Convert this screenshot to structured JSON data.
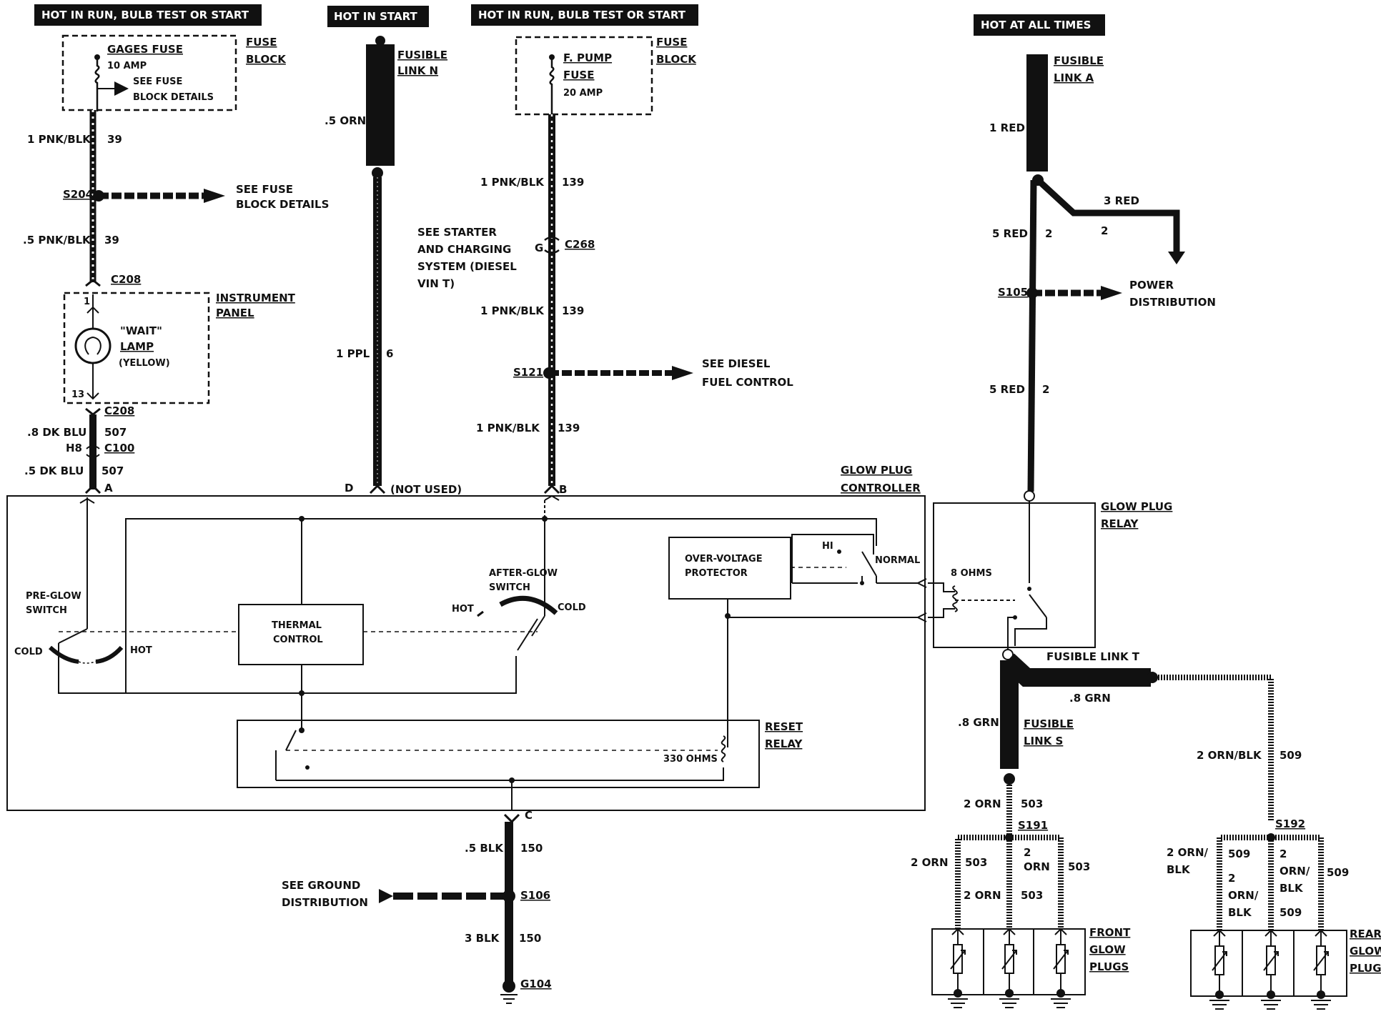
{
  "headers": {
    "h1": "HOT IN RUN, BULB TEST OR START",
    "h2": "HOT IN START",
    "h3": "HOT IN RUN, BULB TEST OR START",
    "h4": "HOT AT ALL TIMES"
  },
  "col1": {
    "fuse_name": "GAGES FUSE",
    "fuse_amp": "10 AMP",
    "see_fuse_1": "SEE FUSE",
    "see_fuse_2": "BLOCK DETAILS",
    "fuse_block_1": "FUSE",
    "fuse_block_2": "BLOCK",
    "wire1": "1 PNK/BLK",
    "ckt1": "39",
    "splice": "S204",
    "see_fb_1": "SEE FUSE",
    "see_fb_2": "BLOCK DETAILS",
    "wire2": ".5 PNK/BLK",
    "ckt2": "39",
    "conn_top": "C208",
    "panel_1": "INSTRUMENT",
    "panel_2": "PANEL",
    "pin_top": "1",
    "lamp_1": "\"WAIT\"",
    "lamp_2": "LAMP",
    "lamp_3": "(YELLOW)",
    "pin_bot": "13",
    "conn_bot": "C208",
    "wire3": ".8 DK BLU",
    "ckt3": "507",
    "h8": "H8",
    "c100": "C100",
    "wire4": ".5 DK BLU",
    "ckt4": "507",
    "pin_a": "A"
  },
  "col2": {
    "fl_1": "FUSIBLE",
    "fl_2": "LINK N",
    "wire_top": ".5 ORN",
    "wire": "1 PPL",
    "ckt": "6",
    "pin": "D",
    "not_used": "(NOT USED)"
  },
  "col3": {
    "fuse_1": "F. PUMP",
    "fuse_2": "FUSE",
    "fuse_amp": "20 AMP",
    "fb_1": "FUSE",
    "fb_2": "BLOCK",
    "wire1": "1 PNK/BLK",
    "ckt1": "139",
    "see_1": "SEE STARTER",
    "see_2": "AND CHARGING",
    "see_3": "SYSTEM (DIESEL",
    "see_4": "VIN T)",
    "g": "G",
    "c268": "C268",
    "wire2": "1 PNK/BLK",
    "ckt2": "139",
    "splice": "S121",
    "diesel_1": "SEE DIESEL",
    "diesel_2": "FUEL CONTROL",
    "wire3": "1 PNK/BLK",
    "ckt3": "139",
    "pin": "B"
  },
  "controller": {
    "title_1": "GLOW PLUG",
    "title_2": "CONTROLLER",
    "preglow_1": "PRE-GLOW",
    "preglow_2": "SWITCH",
    "cold": "COLD",
    "hot": "HOT",
    "thermal_1": "THERMAL",
    "thermal_2": "CONTROL",
    "afterglow_1": "AFTER-GLOW",
    "afterglow_2": "SWITCH",
    "ag_hot": "HOT",
    "ag_cold": "COLD",
    "ovp_1": "OVER-VOLTAGE",
    "ovp_2": "PROTECTOR",
    "hi": "HI",
    "normal": "NORMAL",
    "reset_1": "RESET",
    "reset_2": "RELAY",
    "ohms": "330 OHMS",
    "pin_c": "C"
  },
  "ground": {
    "wire1": ".5 BLK",
    "ckt1": "150",
    "see_1": "SEE GROUND",
    "see_2": "DISTRIBUTION",
    "splice": "S106",
    "wire2": "3 BLK",
    "ckt2": "150",
    "g": "G104"
  },
  "power": {
    "fl_1": "FUSIBLE",
    "fl_2": "LINK A",
    "wire1": "1 RED",
    "wire3": "3 RED",
    "wire5": "5 RED",
    "ckt_a": "2",
    "ckt_b": "2",
    "splice": "S105",
    "pd_1": "POWER",
    "pd_2": "DISTRIBUTION",
    "wire5b": "5 RED",
    "ckt_c": "2"
  },
  "relay": {
    "title_1": "GLOW PLUG",
    "title_2": "RELAY",
    "ohms": "8 OHMS",
    "fl_t": "FUSIBLE LINK T",
    "grn": ".8 GRN",
    "grn2": ".8 GRN",
    "fl_s_1": "FUSIBLE",
    "fl_s_2": "LINK S"
  },
  "front": {
    "w1": "2 ORN",
    "c1": "503",
    "splice": "S191",
    "w2": "2 ORN",
    "c2": "503",
    "w3a": "2",
    "w3b": "ORN",
    "c3": "503",
    "w4": "2 ORN",
    "c4": "503",
    "lbl_1": "FRONT",
    "lbl_2": "GLOW",
    "lbl_3": "PLUGS"
  },
  "rear": {
    "w1": "2 ORN/BLK",
    "c1": "509",
    "splice": "S192",
    "w2a": "2 ORN/",
    "w2b": "BLK",
    "c2": "509",
    "w3a": "2",
    "w3b": "ORN/",
    "w3c": "BLK",
    "w4a": "2",
    "w4b": "ORN/",
    "w4c": "BLK",
    "c4": "509",
    "c5": "509",
    "lbl_1": "REAR",
    "lbl_2": "GLOW",
    "lbl_3": "PLUGS"
  }
}
